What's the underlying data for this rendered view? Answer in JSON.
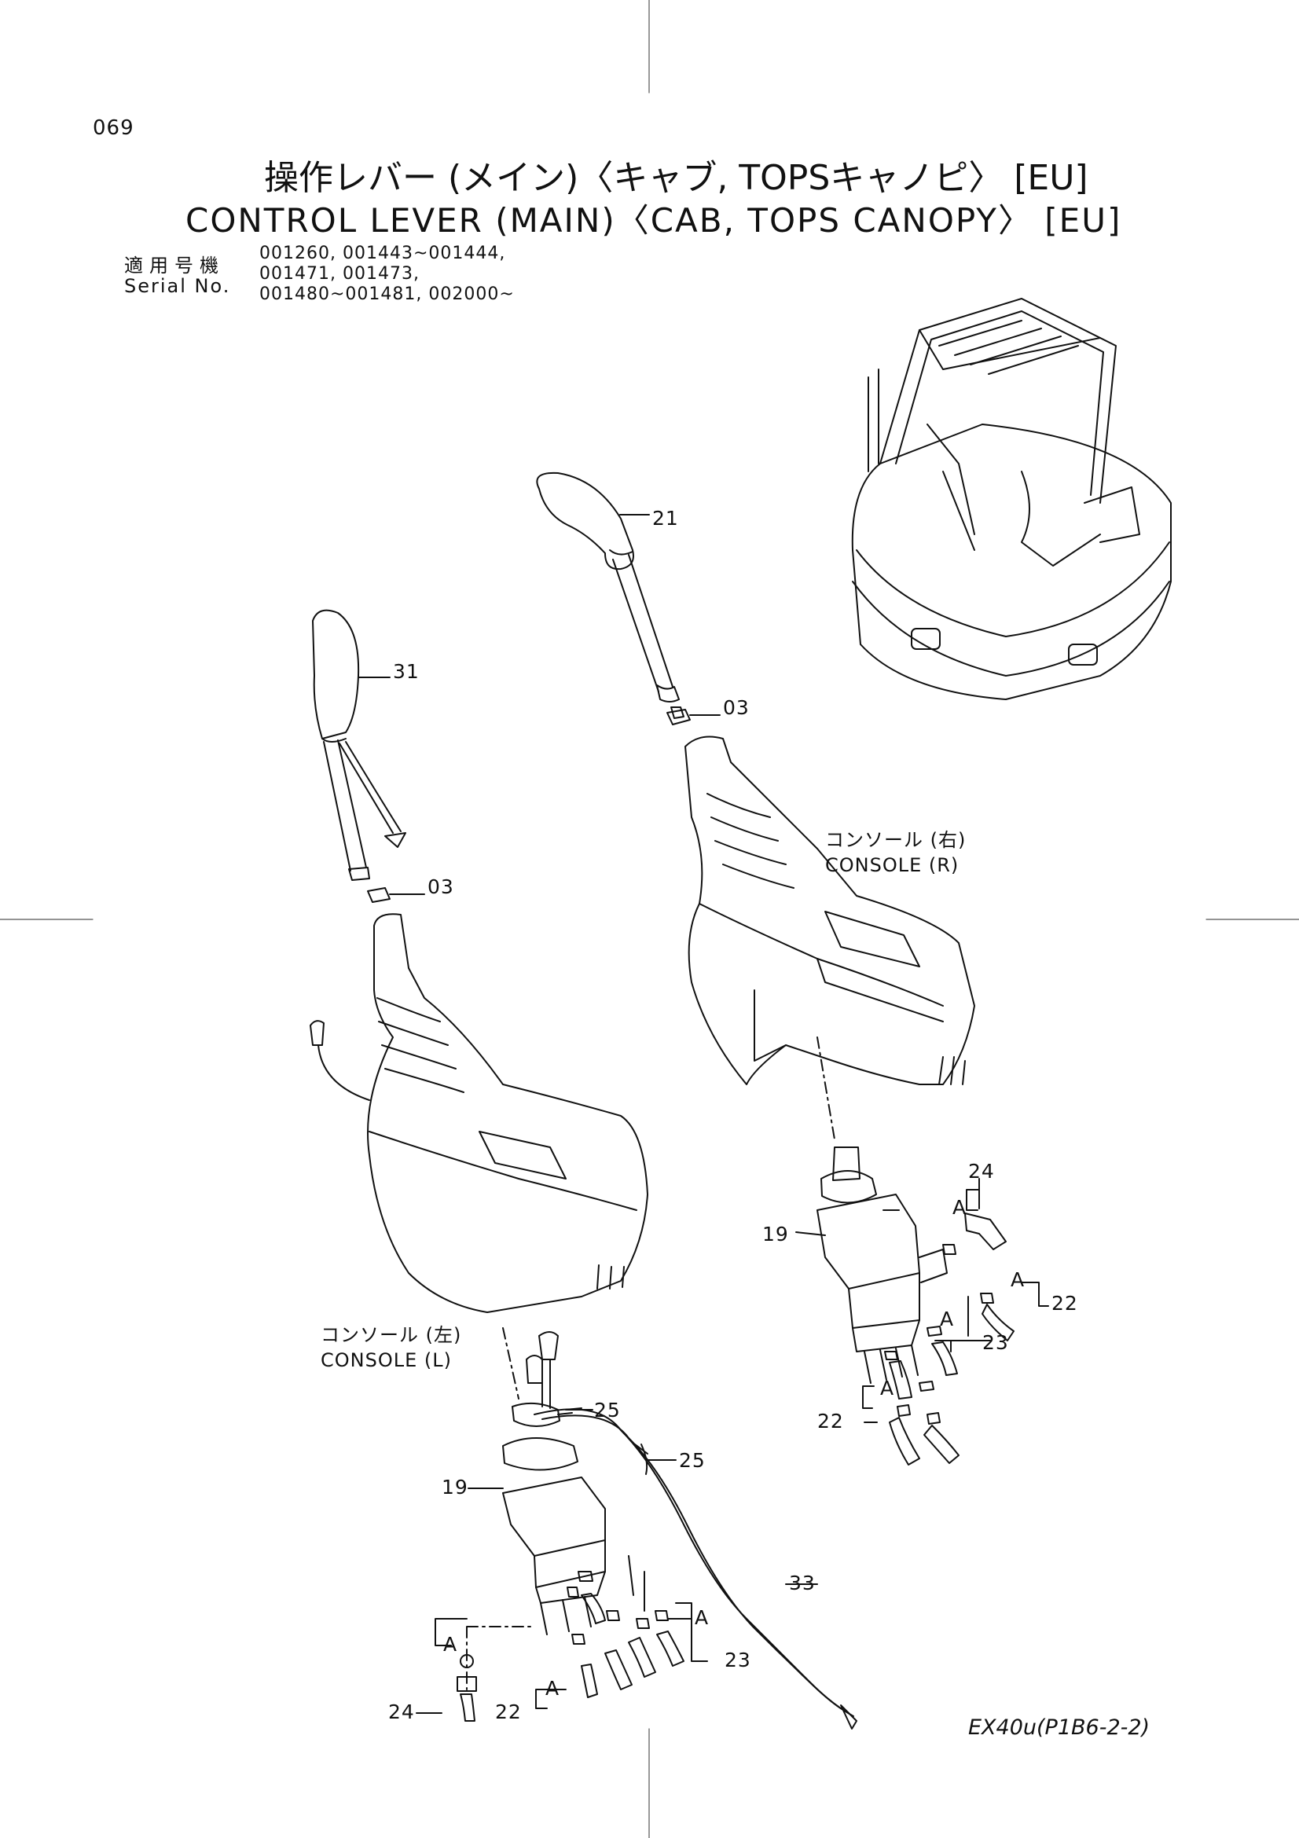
{
  "page_number": "069",
  "title_jp": "操作レバー (メイン)〈キャブ, TOPSキャノピ〉 [EU]",
  "title_en": "CONTROL  LEVER  (MAIN)〈CAB, TOPS  CANOPY〉 [EU]",
  "serial": {
    "label_jp": "適用号機",
    "label_en": "Serial  No.",
    "lines": [
      "001260, 001443~001444,",
      "001471, 001473,",
      "001480~001481, 002000~"
    ]
  },
  "consoles": {
    "right": {
      "jp": "コンソール (右)",
      "en": "CONSOLE (R)"
    },
    "left": {
      "jp": "コンソール (左)",
      "en": "CONSOLE (L)"
    }
  },
  "callouts": {
    "c21": "21",
    "c31": "31",
    "c03a": "03",
    "c03b": "03",
    "c24r": "24",
    "c19r": "19",
    "c22r1": "22",
    "c23r": "23",
    "c22r2": "22",
    "c25a": "25",
    "c25b": "25",
    "c19l": "19",
    "c33": "33",
    "c24l": "24",
    "c22l": "22",
    "c23l": "23",
    "ar1": "A",
    "ar2": "A",
    "ar3": "A",
    "ar4": "A",
    "al1": "A",
    "al2": "A",
    "al3": "A"
  },
  "model_code": "EX40u(P1B6-2-2)"
}
